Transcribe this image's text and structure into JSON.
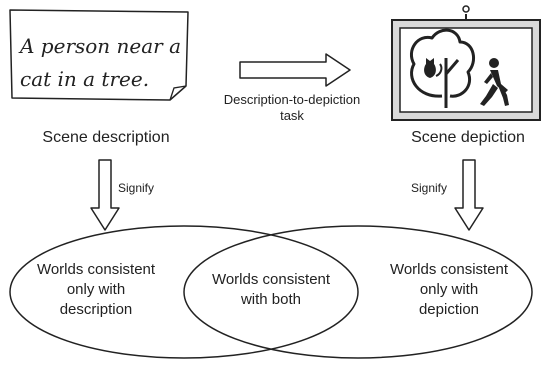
{
  "note": {
    "lines": [
      "A person near a",
      "cat in a tree."
    ]
  },
  "labels": {
    "scene_description": "Scene description",
    "scene_depiction": "Scene depiction",
    "task_line1": "Description-to-depiction",
    "task_line2": "task",
    "signify_left": "Signify",
    "signify_right": "Signify"
  },
  "regions": {
    "left": [
      "Worlds consistent",
      "only with",
      "description"
    ],
    "middle": [
      "Worlds consistent",
      "with both"
    ],
    "right": [
      "Worlds consistent",
      "only with",
      "depiction"
    ]
  },
  "icons": {
    "picture": "framed-picture-icon",
    "tree": "tree-icon",
    "cat": "cat-icon",
    "person": "walking-person-icon"
  },
  "colors": {
    "stroke": "#222222",
    "frame_fill": "#d9d9d9",
    "paper_fill": "#ffffff"
  }
}
